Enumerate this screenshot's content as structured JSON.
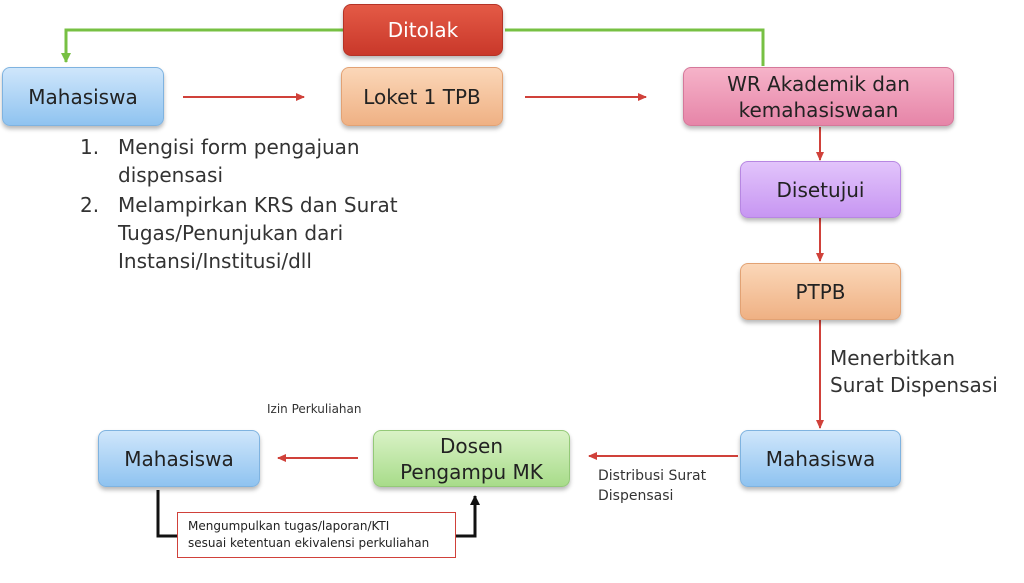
{
  "boxes": {
    "ditolak": "Ditolak",
    "mahasiswa_top": "Mahasiswa",
    "loket": "Loket 1 TPB",
    "wr_line1": "WR Akademik dan",
    "wr_line2": "kemahasiswaan",
    "disetujui": "Disetujui",
    "ptpb": "PTPB",
    "mahasiswa_right": "Mahasiswa",
    "dosen_line1": "Dosen",
    "dosen_line2": "Pengampu MK",
    "mahasiswa_left": "Mahasiswa"
  },
  "steps": [
    {
      "num": "1.",
      "text": "Mengisi form pengajuan dispensasi"
    },
    {
      "num": "2.",
      "text": "Melampirkan KRS dan Surat Tugas/Penunjukan dari Instansi/Institusi/dll"
    }
  ],
  "labels": {
    "menerbitkan_line1": "Menerbitkan",
    "menerbitkan_line2": "Surat Dispensasi",
    "distribusi_line1": "Distribusi Surat",
    "distribusi_line2": "Dispensasi",
    "izin": "Izin Perkuliahan",
    "mengumpulkan_line1": "Mengumpulkan tugas/laporan/KTI",
    "mengumpulkan_line2": "sesuai ketentuan ekivalensi perkuliahan"
  },
  "colors": {
    "arrow_red": "#d0413a",
    "line_green": "#77c043"
  }
}
